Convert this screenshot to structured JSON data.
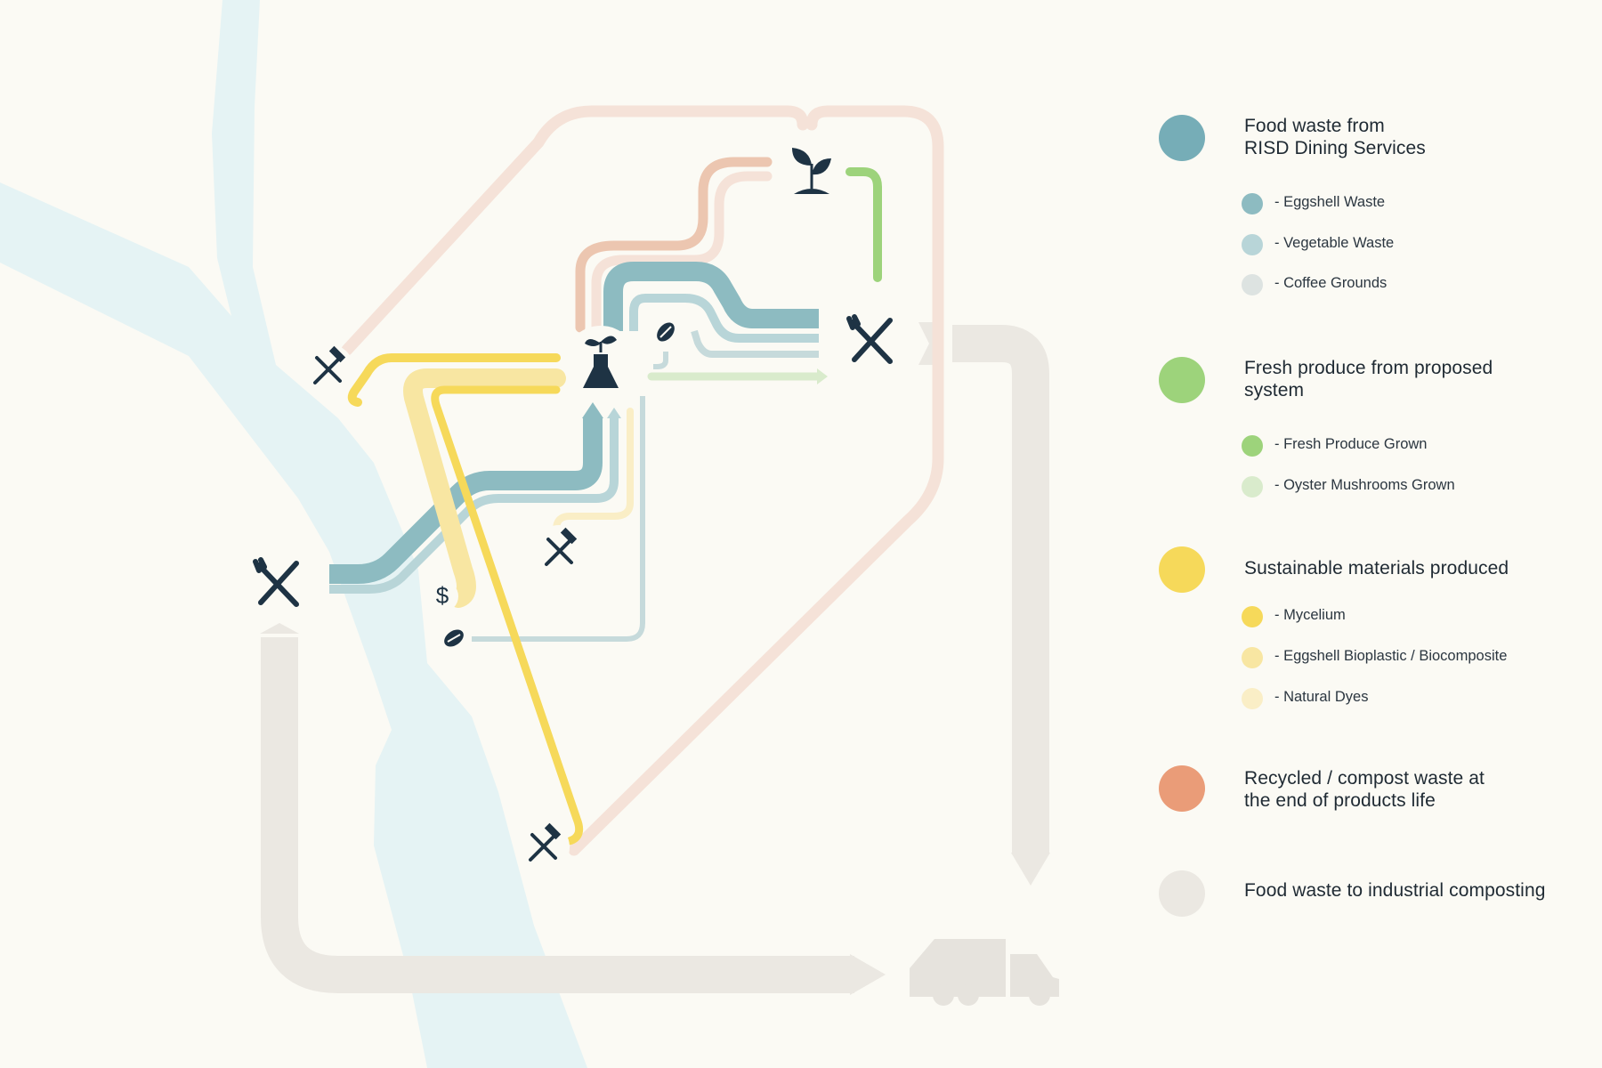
{
  "legend": {
    "groups": [
      {
        "label": "Food waste from\nRISD Dining Services",
        "color": "#76adb7",
        "items": [
          {
            "label": "- Eggshell Waste",
            "color": "#8dbbc1"
          },
          {
            "label": "- Vegetable Waste",
            "color": "#b8d5d8"
          },
          {
            "label": "- Coffee Grounds",
            "color": "#dde3e1"
          }
        ]
      },
      {
        "label": "Fresh produce from proposed\nsystem",
        "color": "#9dd37b",
        "items": [
          {
            "label": "- Fresh Produce Grown",
            "color": "#9dd37b"
          },
          {
            "label": "- Oyster Mushrooms Grown",
            "color": "#d9ebcc"
          }
        ]
      },
      {
        "label": "Sustainable materials produced",
        "color": "#f6d95a",
        "items": [
          {
            "label": "- Mycelium",
            "color": "#f6d95a"
          },
          {
            "label": "- Eggshell Bioplastic / Biocomposite",
            "color": "#f8e6a2"
          },
          {
            "label": "- Natural Dyes",
            "color": "#faeec6"
          }
        ]
      },
      {
        "label": "Recycled / compost waste at\nthe end of products life",
        "color": "#ea9c78",
        "items": []
      },
      {
        "label": "Food waste to industrial composting",
        "color": "#ebe8e2",
        "items": []
      }
    ]
  },
  "diagram": {
    "icons": [
      {
        "name": "dining-icon"
      },
      {
        "name": "dining-icon"
      },
      {
        "name": "lab-flask-icon"
      },
      {
        "name": "plant-sprout-icon"
      },
      {
        "name": "coffee-bean-icon"
      },
      {
        "name": "coffee-bean-icon"
      },
      {
        "name": "hammer-tools-icon"
      },
      {
        "name": "hammer-tools-icon"
      },
      {
        "name": "hammer-tools-icon"
      },
      {
        "name": "dollar-sign-icon"
      },
      {
        "name": "garbage-truck-icon"
      }
    ],
    "dollar_symbol": "$",
    "colors": {
      "river": "#e5f3f4",
      "eggshell": "#8dbbc1",
      "vegetable": "#b8d5d8",
      "coffee": "#c6dadb",
      "produce": "#9dd37b",
      "mushroom": "#d9ebcc",
      "mycelium": "#f6d95a",
      "bioplastic": "#f8e6a2",
      "dyes": "#faeec6",
      "recycle": "#f5e2d8",
      "recycle_strong": "#ecc6b0",
      "compost": "#ebe8e2",
      "icon": "#1e3344"
    }
  }
}
